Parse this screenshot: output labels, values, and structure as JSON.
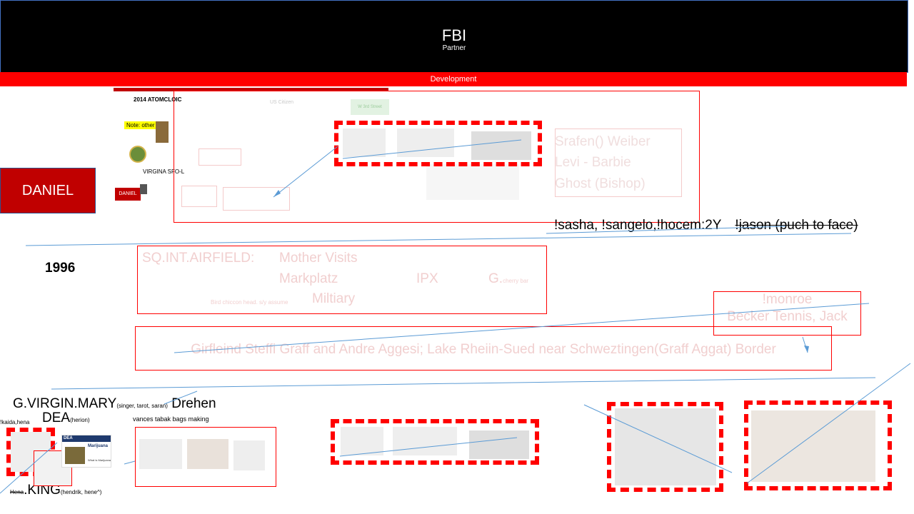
{
  "header": {
    "title": "FBI",
    "subtitle": "Partner"
  },
  "banner": {
    "label": "Development"
  },
  "daniel_button": {
    "label": "DANIEL"
  },
  "year": "1996",
  "collage": {
    "title_text": "2014 ATOMCLOIC",
    "note_label": "Note: other",
    "virgina_label": "VIRGINA SFO-L",
    "daniel_small": "DANIEL",
    "ws_label": "W 3rd  Street",
    "us_citizen": "US Citizen"
  },
  "faint_box": {
    "line1": "Srafen() Weiber",
    "line2": "Levi - Barbie",
    "line3": "Ghost (Bishop)"
  },
  "names_line": {
    "text": "!sasha, !sangelo,!hocem:2Y",
    "struck": "!jason (puch to face)"
  },
  "airfield": {
    "label": "SQ.INT.AIRFIELD:",
    "mother": "Mother Visits",
    "markplatz": "Markplatz",
    "ipx": "IPX",
    "g": "G.",
    "g_small": "cherry bar",
    "bird": "Bird chiccon head. s/y assume",
    "military": "Miltiary"
  },
  "monroe": {
    "line1": "!monroe",
    "line2": "Becker Tennis, Jack"
  },
  "girlfriend": {
    "text": "Girfleind Steffi Graff and Andre Aggesi; Lake Rheiin-Sued near Schweztingen(Graff Aggat) Border"
  },
  "bottom_left": {
    "virgin_mary": "G.VIRGIN.MARY",
    "virgin_small": "(singer, tarot, saran)",
    "drehen": "Drehen",
    "kaida": "!kaida,hena",
    "dea": "DEA",
    "dea_small": "(herion)",
    "vances": "vances tabak bags making",
    "hena": "Hena",
    "king": ".KING",
    "king_small": "(hendrik, hene^)",
    "dea_site_title": "DEA",
    "dea_site_heading": "Marijuana",
    "dea_site_sub": "What is Marijuana"
  }
}
